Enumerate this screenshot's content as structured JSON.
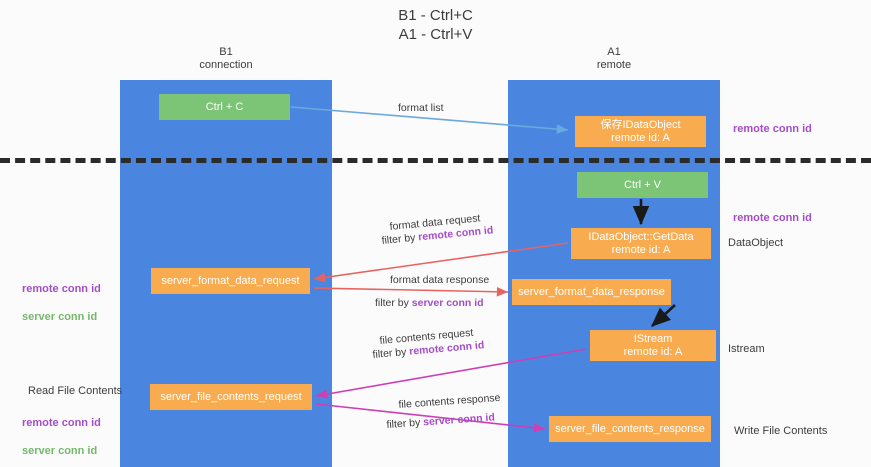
{
  "title": "B1 - Ctrl+C\nA1 - Ctrl+V",
  "columns": {
    "left": "B1\nconnection",
    "right": "A1\nremote"
  },
  "boxes": {
    "ctrl_c": "Ctrl + C",
    "idataobject": "保存IDataObject\nremote id: A",
    "ctrl_v": "Ctrl + V",
    "getdata": "IDataObject::GetData\nremote id: A",
    "server_format_data_request": "server_format_data_request",
    "server_format_data_response": "server_format_data_response",
    "istream": "IStream\nremote id: A",
    "server_file_contents_request": "server_file_contents_request",
    "server_file_contents_response": "server_file_contents_response"
  },
  "edge_labels": {
    "format_list": "format list",
    "format_data_request": "format data request",
    "format_data_request_filter_prefix": "filter by ",
    "format_data_request_filter_key": "remote conn id",
    "format_data_response": "format data response",
    "format_data_response_filter_prefix": "filter by ",
    "format_data_response_filter_key": "server conn id",
    "file_contents_request": "file contents request",
    "file_contents_request_filter_prefix": "filter by ",
    "file_contents_request_filter_key": "remote conn id",
    "file_contents_response": "file contents response",
    "file_contents_response_filter_prefix": "filter by ",
    "file_contents_response_filter_key": "server conn id"
  },
  "annotations": {
    "remote_conn_id_top": "remote conn id",
    "remote_conn_id_mid": "remote conn id",
    "dataobject": "DataObject",
    "istream": "Istream",
    "write_file_contents": "Write File Contents",
    "read_file_contents": "Read File Contents",
    "left_remote_conn_id": "remote conn id",
    "left_server_conn_id": "server conn id",
    "left_remote_conn_id_2": "remote conn id",
    "left_server_conn_id_2": "server conn id"
  },
  "colors": {
    "lane": "#4a86e0",
    "green_box": "#7cc576",
    "orange_box": "#f9ab50",
    "purple_text": "#a54dc8",
    "green_text": "#74b96b",
    "red_arrow": "#e8635f",
    "magenta_arrow": "#cf3fb4",
    "blue_arrow": "#6aa9e0",
    "divider": "#2b2b2b"
  }
}
